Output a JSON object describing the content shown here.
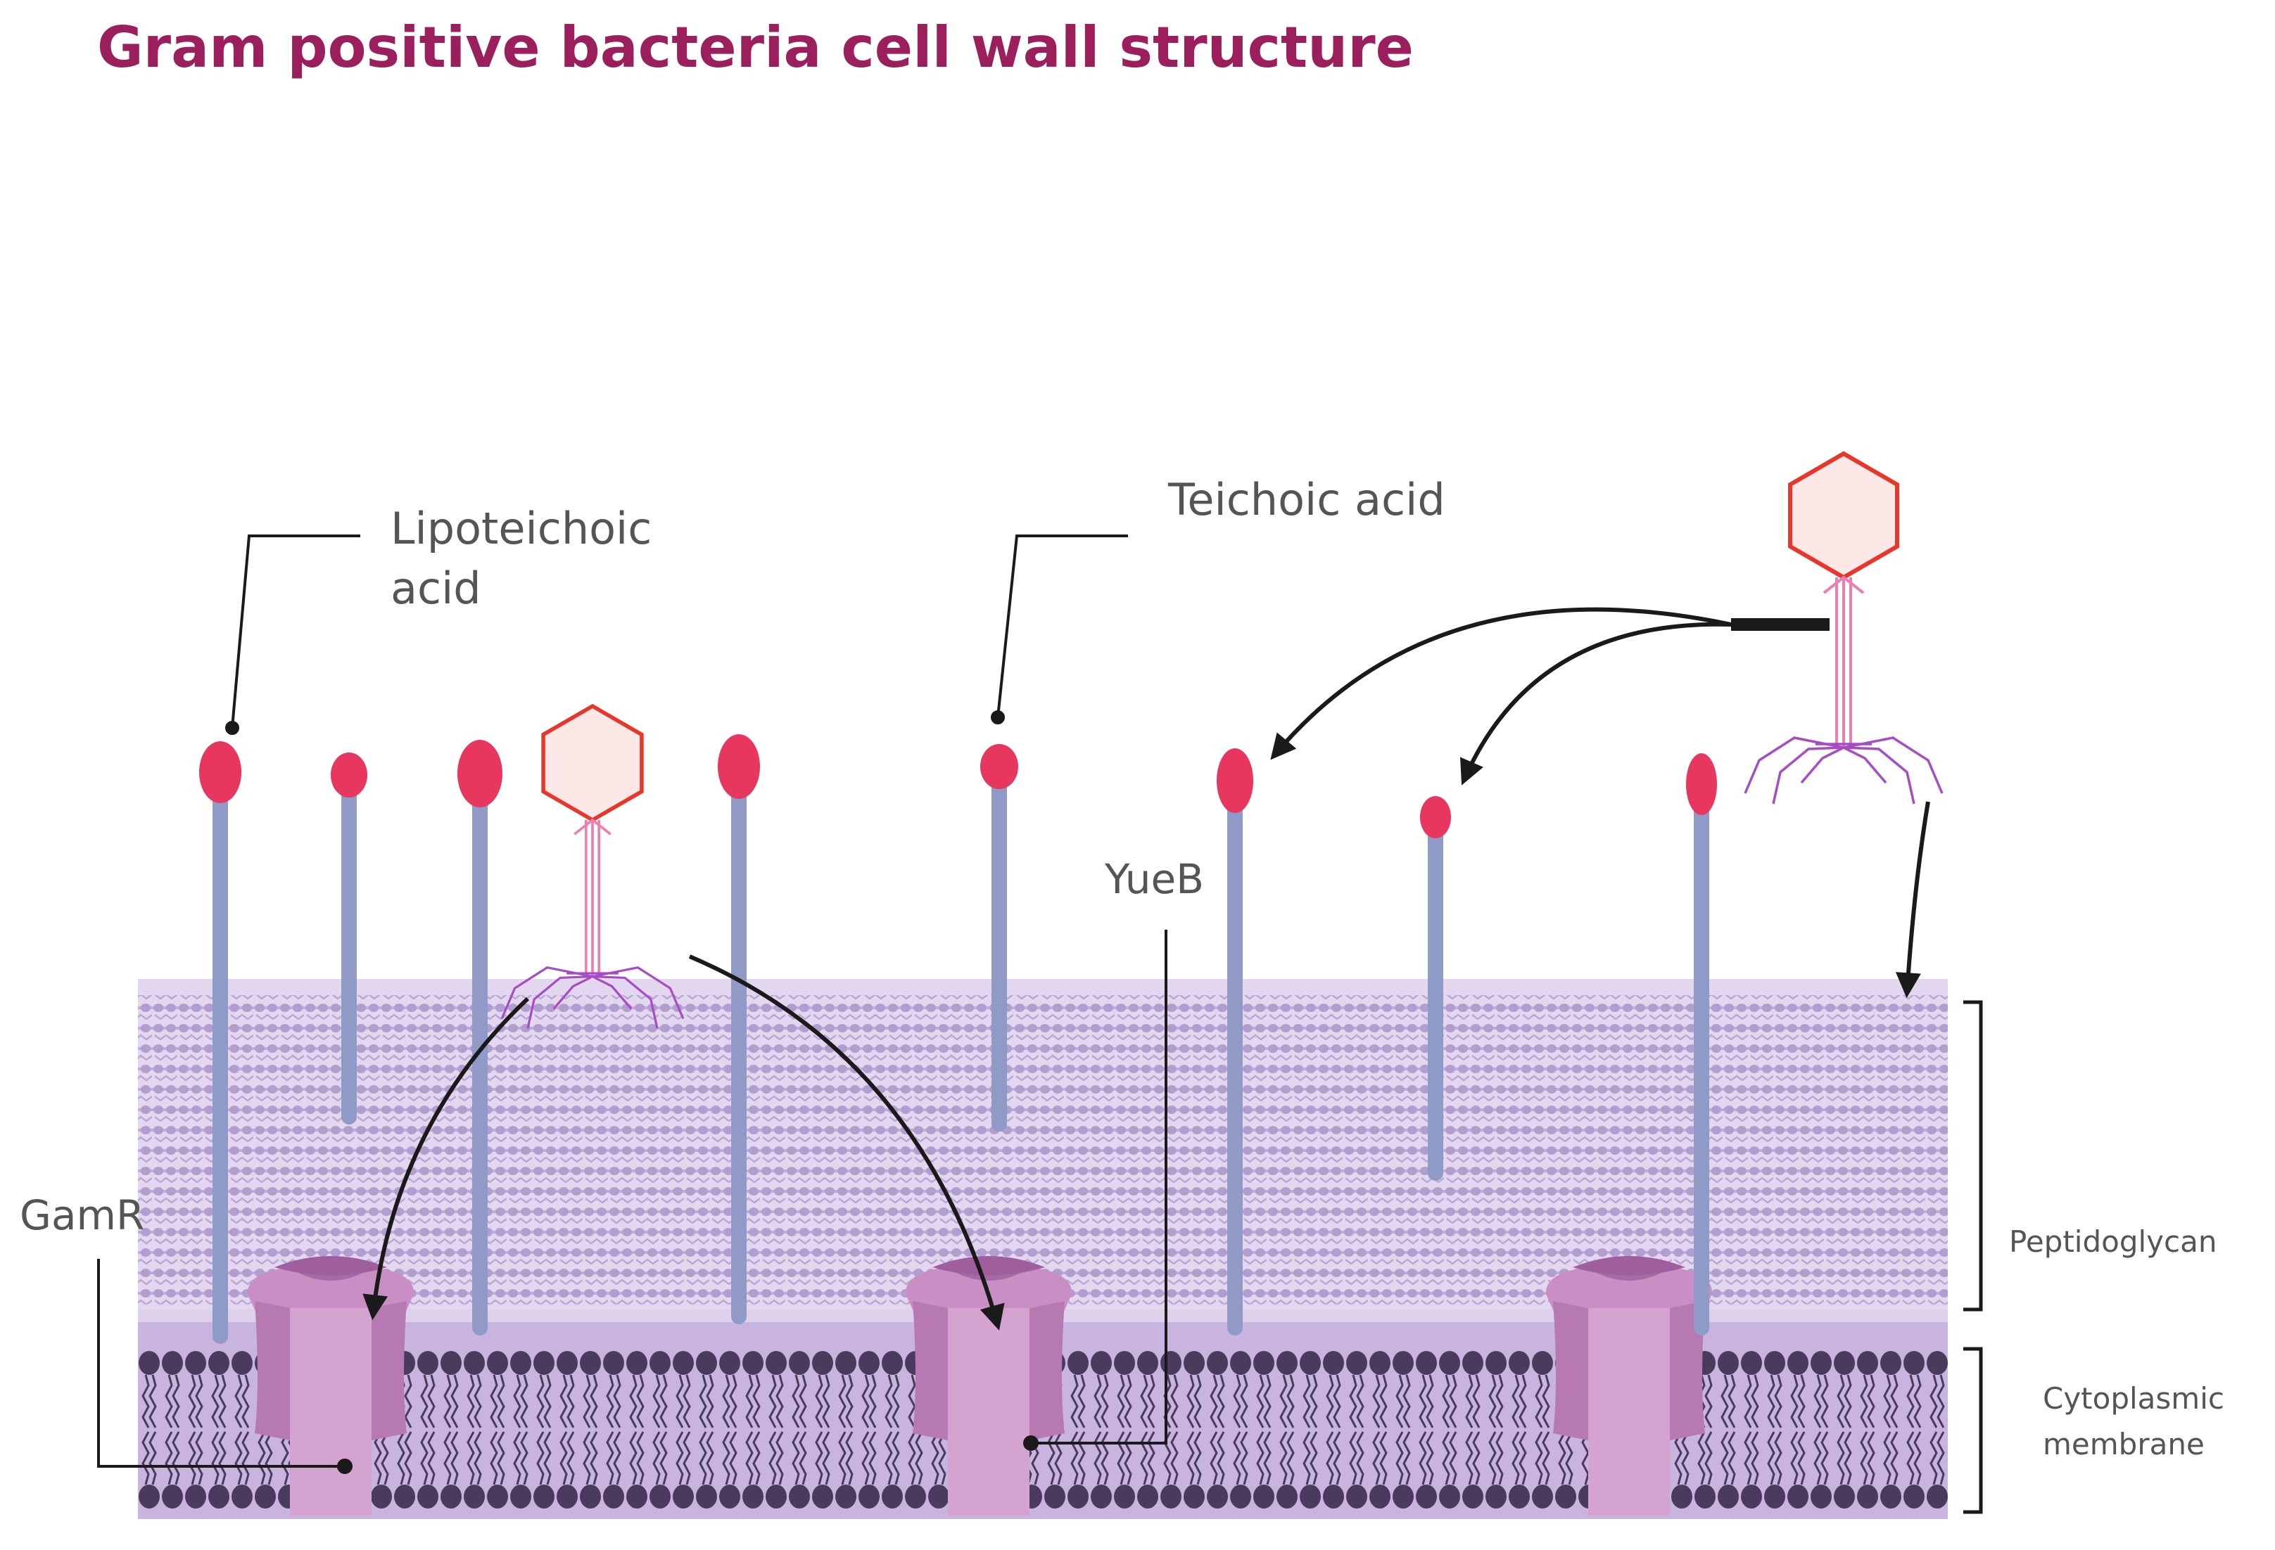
{
  "title": "Gram positive bacteria cell wall structure",
  "labels": {
    "lipoteichoic_line1": "Lipoteichoic",
    "lipoteichoic_line2": "acid",
    "teichoic": "Teichoic acid",
    "yueb": "YueB",
    "gamr": "GamR",
    "peptidoglycan": "Peptidoglycan",
    "cytoplasmic_line1": "Cytoplasmic",
    "cytoplasmic_line2": "membrane"
  },
  "colors": {
    "title": "#9b1f5c",
    "label": "#555555",
    "stalk": "#8f9ac6",
    "head": "#e8375e",
    "peptidoglycan_bg": "#e3d6ef",
    "peptidoglycan_pattern": "#a893c8",
    "membrane_bg": "#c9b4e0",
    "lipid_head": "#4a3b5c",
    "receptor": "#c98fc4",
    "receptor_dark": "#a86aa6",
    "phage_head_fill": "#fde8e8",
    "phage_head_stroke": "#e8372a",
    "phage_tail": "#ea7fb0",
    "phage_legs": "#a64cc4",
    "arrow": "#1a1a1a"
  },
  "icons": [
    "phage-icon",
    "receptor-protein-icon",
    "lipid-bilayer-icon"
  ]
}
